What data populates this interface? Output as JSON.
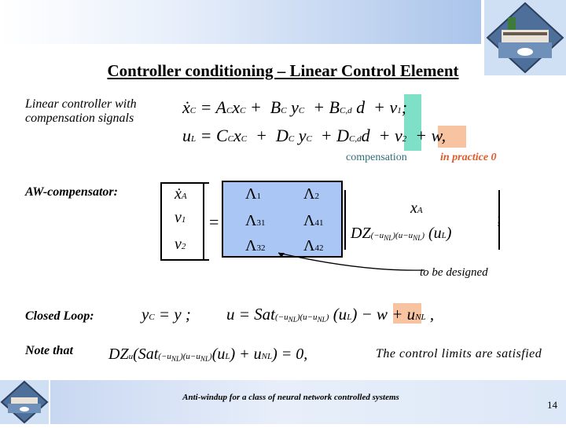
{
  "slide": {
    "title": "Controller conditioning – Linear Control Element",
    "footer": "Anti-windup for a class of neural network controlled systems",
    "page_number": "14"
  },
  "labels": {
    "linear_controller": "Linear controller with compensation signals",
    "compensation": "compensation",
    "in_practice": "in practice 0",
    "aw_compensator": "AW-compensator:",
    "to_be_designed": "to be designed",
    "closed_loop": "Closed Loop:",
    "note_that": "Note that",
    "control_limits": "The control limits are satisfied"
  },
  "colors": {
    "compensation_highlight": "#7fe0c8",
    "w_highlight": "#f7c3a0",
    "lambda_block": "#a9c6f4",
    "compensation_text": "#2f6d7a",
    "in_practice_text": "#e05a2a"
  }
}
